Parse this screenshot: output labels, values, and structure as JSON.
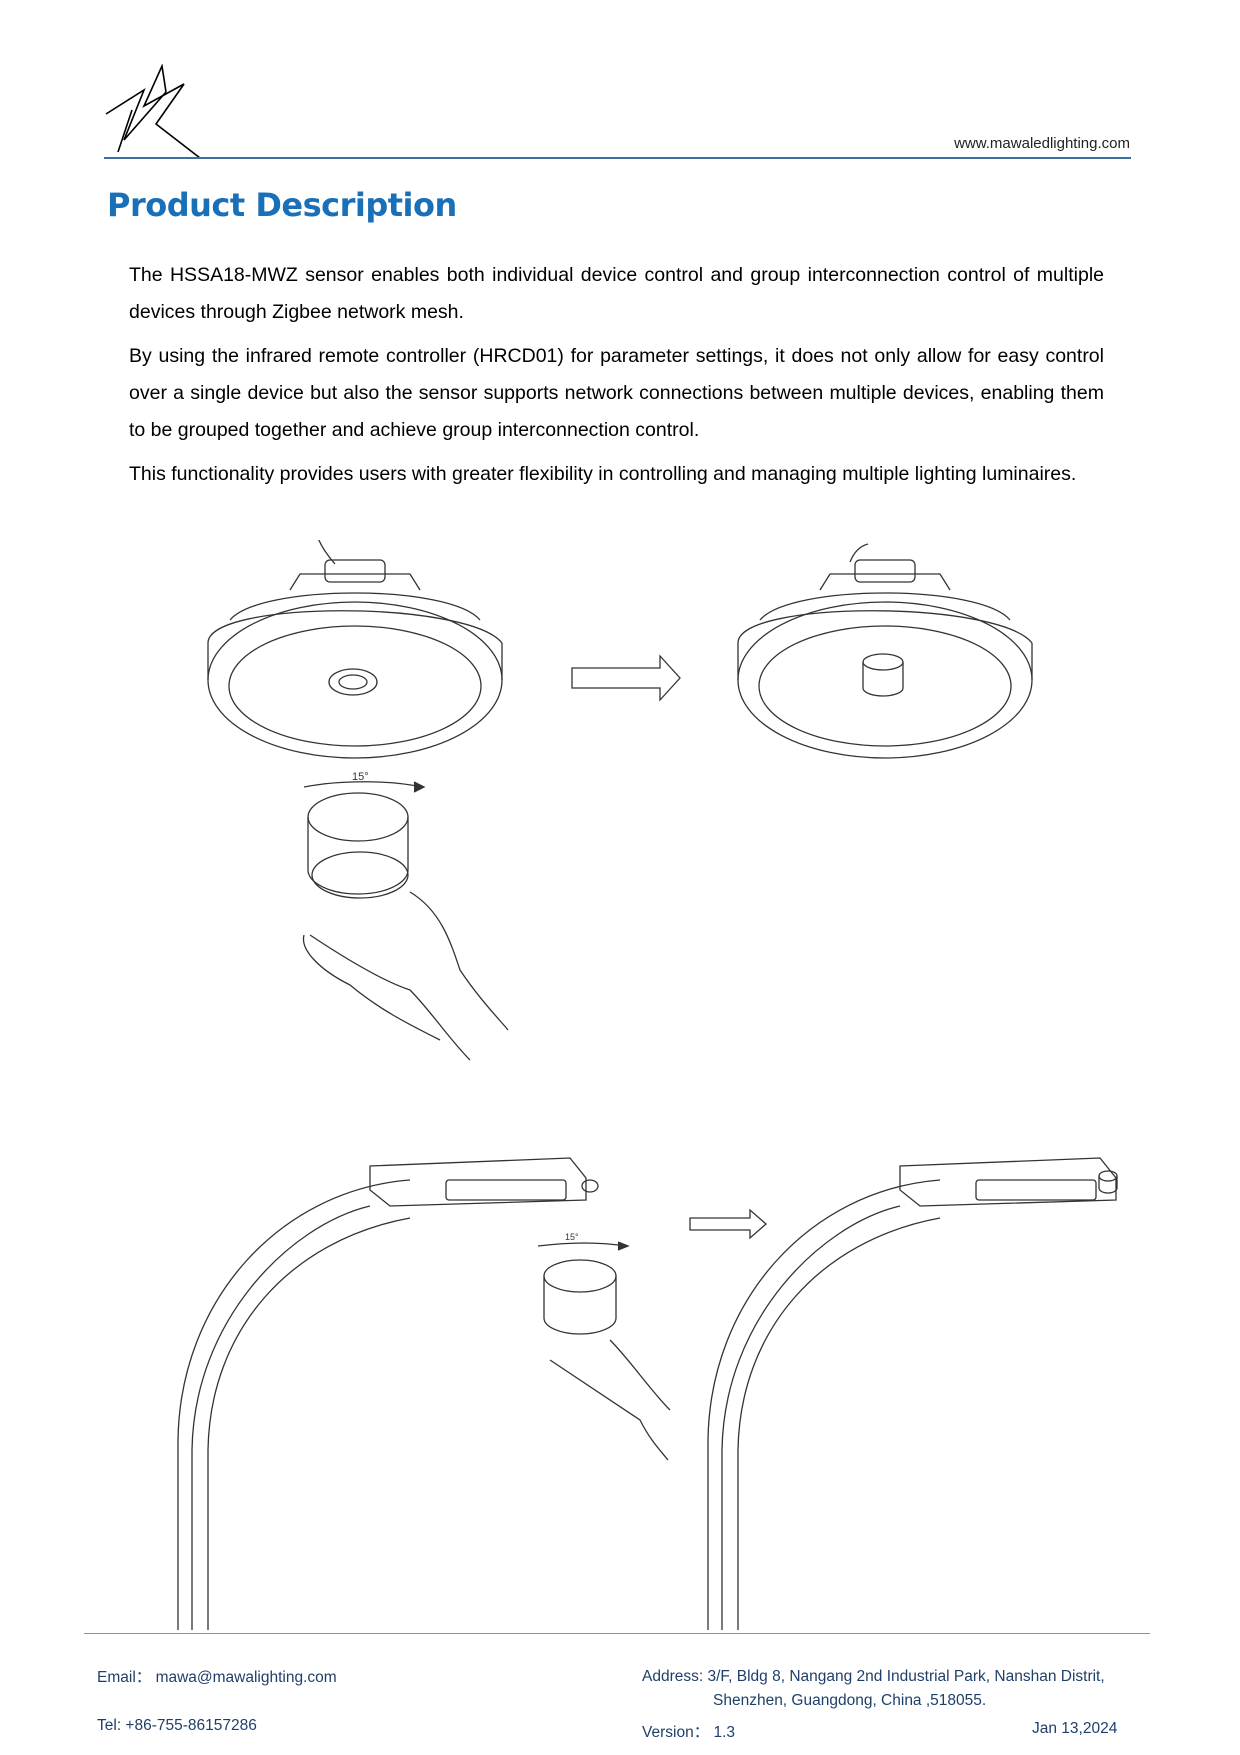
{
  "header": {
    "website": "www.mawaledlighting.com"
  },
  "title": "Product Description",
  "paragraphs": [
    "The HSSA18-MWZ sensor enables both individual device control and group interconnection control of multiple devices through Zigbee network mesh.",
    "By using the infrared remote controller (HRCD01) for parameter settings, it does not only allow for easy control over a single device but also the sensor supports network connections between multiple devices, enabling them to be grouped together and achieve group interconnection control.",
    "This functionality provides users with greater flexibility in controlling and managing multiple lighting luminaires."
  ],
  "illustrations": {
    "rotation_label_top": "15°",
    "rotation_label_bottom": "15°"
  },
  "footer": {
    "email": "Email： mawa@mawalighting.com",
    "tel": "Tel: +86-755-86157286",
    "address_line1": "Address:  3/F, Bldg 8, Nangang 2nd Industrial Park, Nanshan Distrit,",
    "address_line2": "Shenzhen, Guangdong, China ,518055.",
    "version": "Version： 1.3",
    "date": "Jan 13,2024"
  }
}
